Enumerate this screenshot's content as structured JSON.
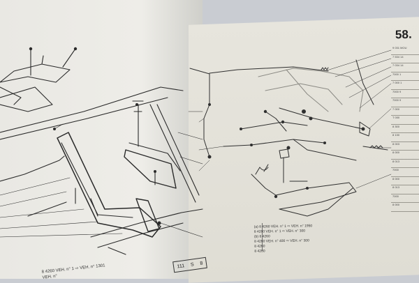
{
  "page": {
    "number": "58."
  },
  "left_footer": {
    "line1": "8 4260 VEH. n° 1 ⇨ VEH. n° 1301",
    "line2": "VEH. n°"
  },
  "page_box": {
    "a": "111",
    "b": "S",
    "c": "8"
  },
  "references": [
    "(a) 8 4260 VEH. n° 1 ⇨ VEH. n° 1950",
    "8 4280 VEH. n° 1 ⇨ VEH. n° 300",
    "(b) 8 4260",
    "8 4280 VEH. n° 400 ⇨ VEH. n° 300",
    "8 4260",
    "8 4280"
  ],
  "side_list": [
    "9 031 MOU",
    "7 534 14",
    "7 034 14",
    "7000 1",
    "7 000 1",
    "7000 9",
    "7000 9",
    "7 000",
    "T 000",
    "8 300",
    "8 130",
    "8 003",
    "8 000",
    "8 013",
    "7000",
    "8 000",
    "8 013",
    "7000",
    "8 000"
  ]
}
